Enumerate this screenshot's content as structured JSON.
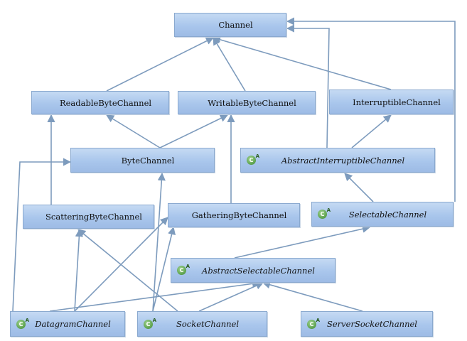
{
  "diagram": {
    "nodes": [
      {
        "id": "channel",
        "label": "Channel",
        "kind": "interface"
      },
      {
        "id": "readable",
        "label": "ReadableByteChannel",
        "kind": "interface"
      },
      {
        "id": "writable",
        "label": "WritableByteChannel",
        "kind": "interface"
      },
      {
        "id": "interruptible",
        "label": "InterruptibleChannel",
        "kind": "interface"
      },
      {
        "id": "bytechannel",
        "label": "ByteChannel",
        "kind": "interface"
      },
      {
        "id": "absinterruptible",
        "label": "AbstractInterruptibleChannel",
        "kind": "abstract-class"
      },
      {
        "id": "scattering",
        "label": "ScatteringByteChannel",
        "kind": "interface"
      },
      {
        "id": "gathering",
        "label": "GatheringByteChannel",
        "kind": "interface"
      },
      {
        "id": "selectable",
        "label": "SelectableChannel",
        "kind": "abstract-class"
      },
      {
        "id": "absselectable",
        "label": "AbstractSelectableChannel",
        "kind": "abstract-class"
      },
      {
        "id": "datagram",
        "label": "DatagramChannel",
        "kind": "abstract-class"
      },
      {
        "id": "socket",
        "label": "SocketChannel",
        "kind": "abstract-class"
      },
      {
        "id": "serversocket",
        "label": "ServerSocketChannel",
        "kind": "abstract-class"
      }
    ],
    "edges": [
      {
        "from": "readable",
        "to": "channel"
      },
      {
        "from": "writable",
        "to": "channel"
      },
      {
        "from": "interruptible",
        "to": "channel"
      },
      {
        "from": "bytechannel",
        "to": "readable"
      },
      {
        "from": "bytechannel",
        "to": "writable"
      },
      {
        "from": "absinterruptible",
        "to": "interruptible"
      },
      {
        "from": "absinterruptible",
        "to": "channel"
      },
      {
        "from": "scattering",
        "to": "readable"
      },
      {
        "from": "gathering",
        "to": "writable"
      },
      {
        "from": "selectable",
        "to": "absinterruptible"
      },
      {
        "from": "selectable",
        "to": "channel"
      },
      {
        "from": "absselectable",
        "to": "selectable"
      },
      {
        "from": "datagram",
        "to": "bytechannel"
      },
      {
        "from": "datagram",
        "to": "scattering"
      },
      {
        "from": "datagram",
        "to": "gathering"
      },
      {
        "from": "datagram",
        "to": "absselectable"
      },
      {
        "from": "socket",
        "to": "bytechannel"
      },
      {
        "from": "socket",
        "to": "scattering"
      },
      {
        "from": "socket",
        "to": "gathering"
      },
      {
        "from": "socket",
        "to": "absselectable"
      },
      {
        "from": "serversocket",
        "to": "absselectable"
      }
    ],
    "colors": {
      "node_fill": "#a9c6ec",
      "node_border": "#8aa9cf",
      "edge": "#7d9bbd",
      "interface_icon": "#5b3c9b",
      "abstract_icon": "#3d8a2f"
    },
    "icons": {
      "interface": "interface-icon",
      "abstract-class": "abstract-class-icon"
    }
  }
}
